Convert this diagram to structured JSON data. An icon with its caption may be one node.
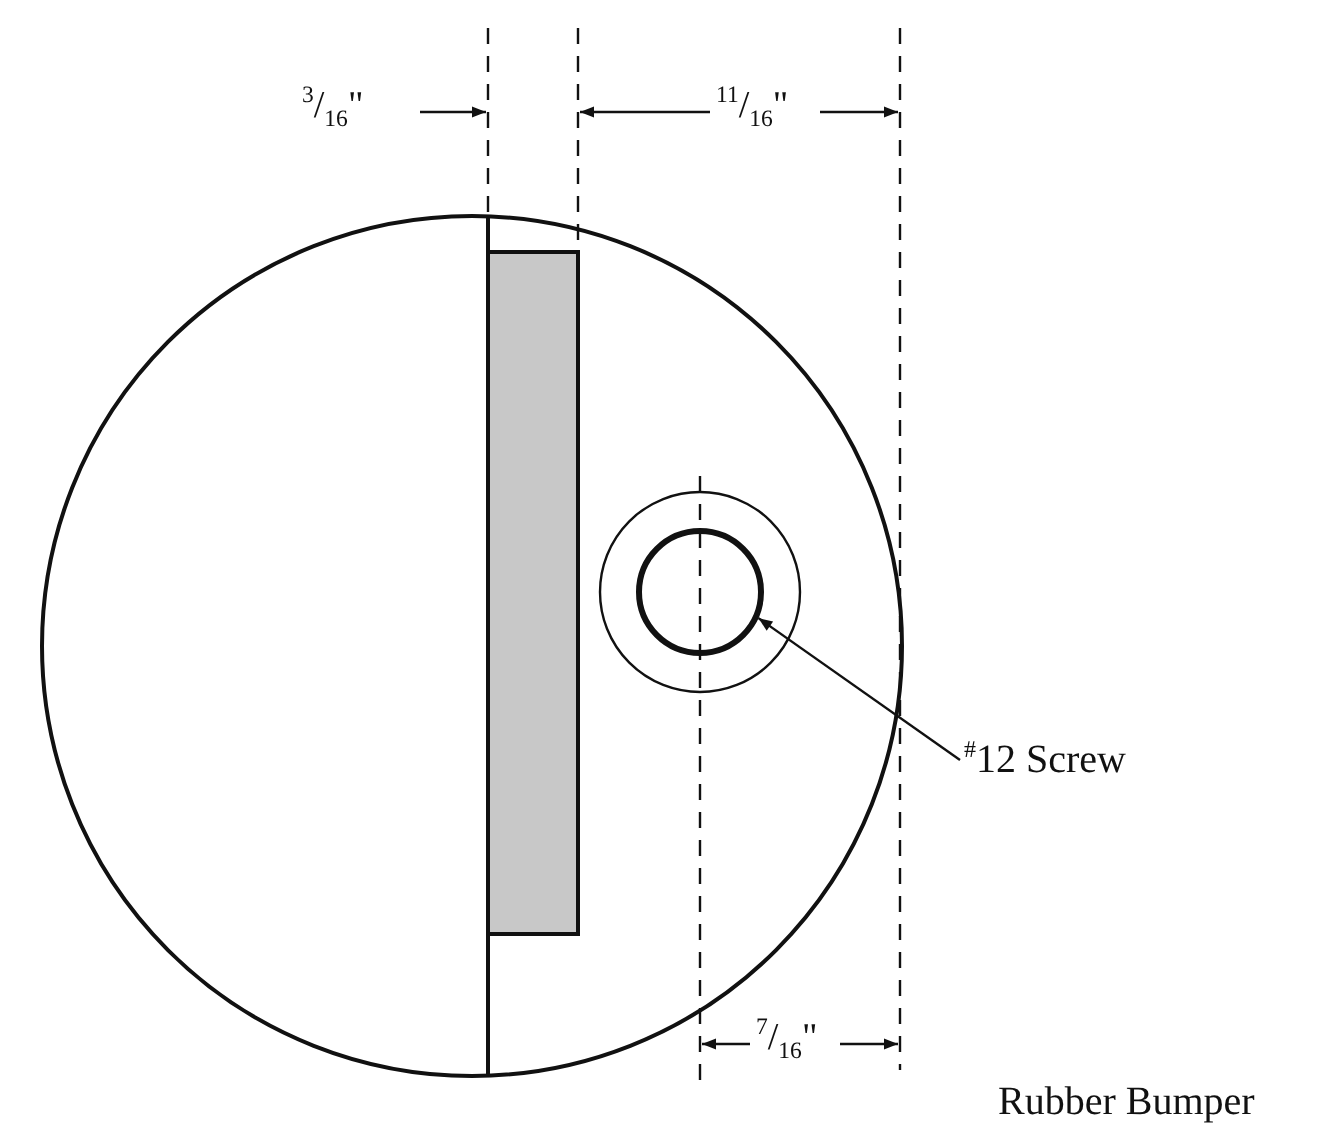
{
  "diagram": {
    "nodes": [
      {
        "text": [
          "$^{#}$12 Screw"
        ]
      },
      {
        "text": [],
        "shape": "circle"
      }
    ],
    "edges": [
      {
        "from": 0,
        "to": 1,
        "arrow": "to"
      }
    ],
    "labels": [
      "$^{3}$/$_{16}$\"",
      "$^{11}$/$_{16}$\"",
      "$^{7}$/$_{16}$\"",
      "Rubber Bumper"
    ]
  }
}
